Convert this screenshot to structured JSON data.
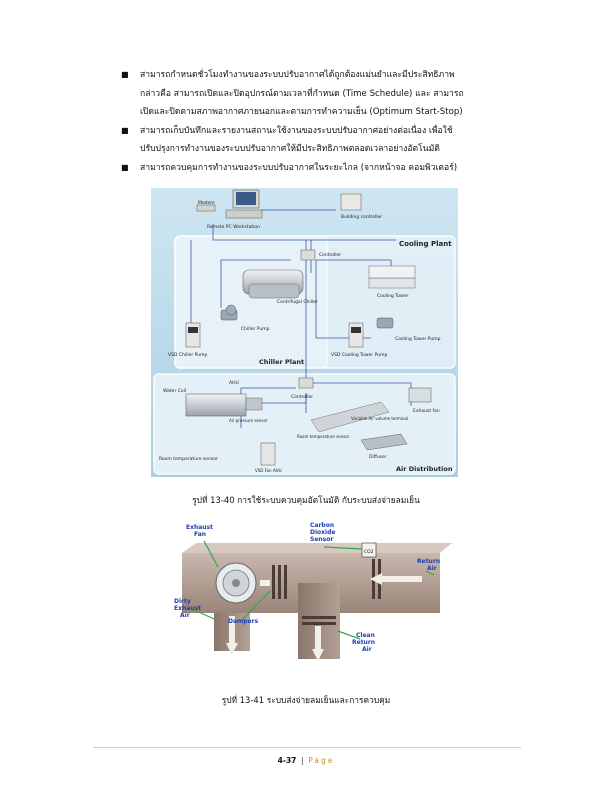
{
  "bullets": [
    {
      "line1": "สามารถกำหนดชั่วโมงทำงานของระบบปรับอากาศได้ถูกต้องแม่นยำและมีประสิทธิภาพ",
      "line2": "กล่าวคือ สามารถเปิดและปิดอุปกรณ์ตามเวลาที่กำหนด (Time  Schedule) และ สามารถ",
      "line3": "เปิดและปิดตามสภาพอากาศภายนอกและตามการทำความเย็น (Optimum Start-Stop)"
    },
    {
      "line1": "สามารถเก็บบันทึกและรายงานสถานะใช้งานของระบบปรับอากาศอย่างต่อเนื่อง เพื่อใช้",
      "line2": "ปรับปรุงการทำงานของระบบปรับอากาศให้มีประสิทธิภาพตลอดเวลาอย่างอัตโนมัติ"
    },
    {
      "line1": "สามารถควบคุมการทำงานของระบบปรับอากาศในระยะไกล (จากหน้าจอ คอมพิวเตอร์)"
    }
  ],
  "figure1": {
    "labels": {
      "modem": "Modem",
      "remote_workstation": "Remote PC Workstation",
      "building_controller": "Building controller",
      "cooling_plant": "Cooling Plant",
      "controller_top": "Controller",
      "centrifugal_chiller": "Centrifugal Chiller",
      "cooling_tower": "Cooling Tower",
      "chiller_pump": "Chiller Pump",
      "vsd_chiller_pump": "VSD Chiller Pump",
      "vsd_cooling_tower_pump": "VSD Cooling Tower Pump",
      "cooling_tower_pump": "Cooling Tower Pump",
      "chiller_plant": "Chiller Plant",
      "ahu": "AHU",
      "water_coil": "Water Coil",
      "air_pressure_sensor": "Air pressure sensor",
      "controller_bottom": "Controller",
      "exhaust_fan": "Exhaust fan",
      "vav": "Variable Air volume terminal",
      "room_temp_sensor_mid": "Room temperature sensor",
      "room_temp_sensor": "Room temperature sensor",
      "vsd_fan_ahu": "VSD Fan AHU",
      "diffuser": "Diffuser",
      "air_distribution": "Air Distribution"
    }
  },
  "caption1": "รูปที่ 13-40 การใช้ระบบควบคุมอัตโนมัติ กับระบบส่งจ่ายลมเย็น",
  "figure2": {
    "labels": {
      "exhaust_fan": [
        "Exhaust",
        "Fan"
      ],
      "co2_sensor": [
        "Carbon",
        "Dioxide",
        "Sensor"
      ],
      "co2_tag": "CO2",
      "return_air": [
        "Return",
        "Air"
      ],
      "dirty_exhaust_air": [
        "Dirty",
        "Exhaust",
        "Air"
      ],
      "dampers": "Dampers",
      "clean_return_air": [
        "Clean",
        "Return",
        "Air"
      ]
    },
    "colors": {
      "label": "#1d3fb0",
      "leader": "#2ea84a",
      "duct": "#9a8478"
    }
  },
  "caption2": "รูปที่ 13-41 ระบบส่งจ่ายลมเย็นและการควบคุม",
  "footer": {
    "page": "4-37",
    "separator": "|",
    "word": "Page"
  }
}
